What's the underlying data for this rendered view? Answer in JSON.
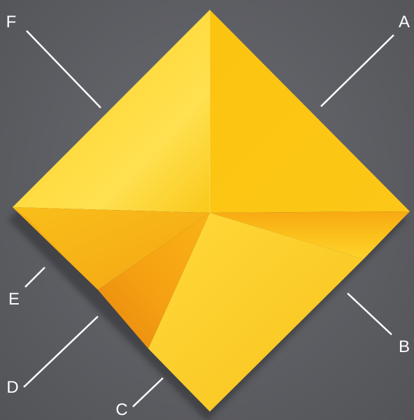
{
  "labels": {
    "a": "A",
    "b": "B",
    "c": "C",
    "d": "D",
    "e": "E",
    "f": "F"
  },
  "colors": {
    "background": "#5e5f64",
    "leader_lines": "#ffffff",
    "gold_light": "#ffd640",
    "gold_mid": "#fcc218",
    "gold_deep": "#f3a210",
    "gold_shadow": "#e48a10"
  }
}
